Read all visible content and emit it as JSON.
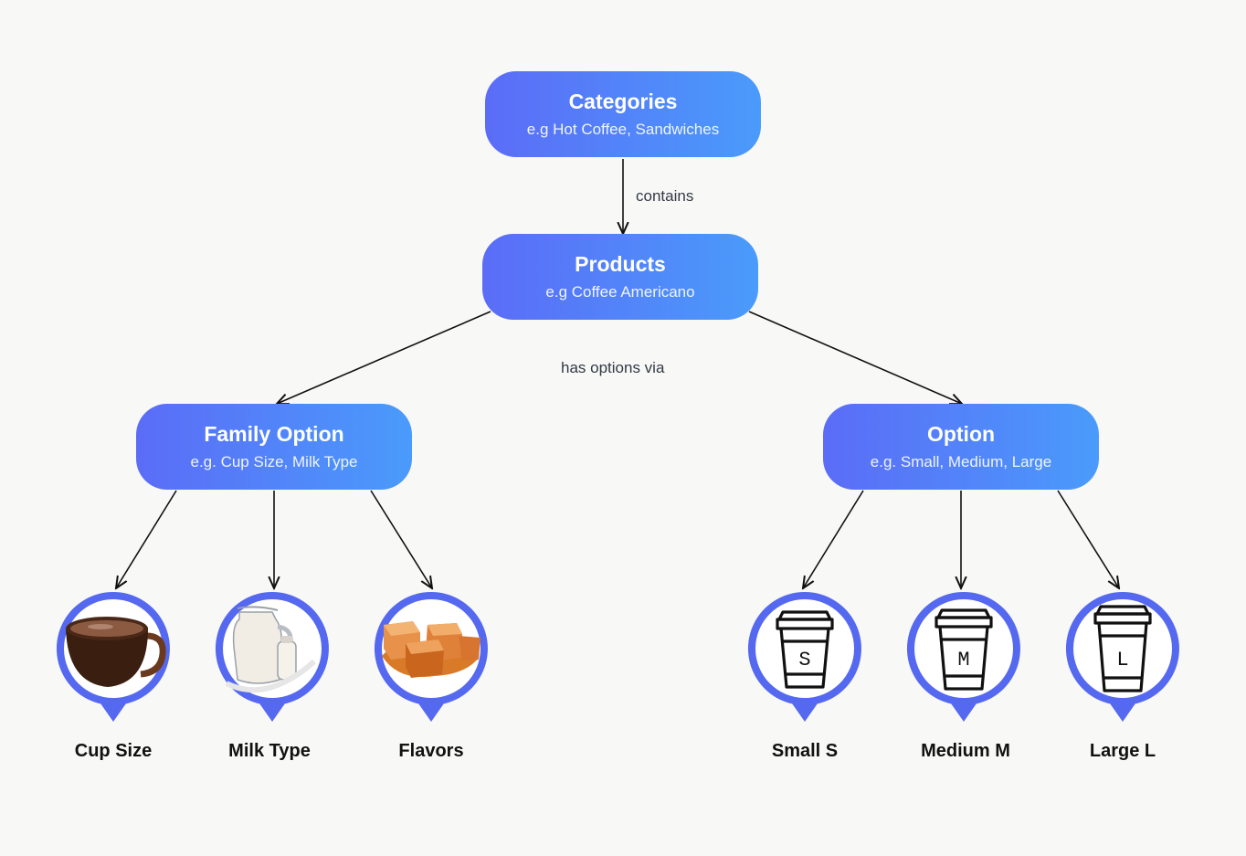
{
  "nodes": {
    "categories": {
      "title": "Categories",
      "subtitle": "e.g Hot Coffee, Sandwiches"
    },
    "products": {
      "title": "Products",
      "subtitle": "e.g Coffee Americano"
    },
    "family_option": {
      "title": "Family Option",
      "subtitle": "e.g. Cup Size, Milk Type"
    },
    "option": {
      "title": "Option",
      "subtitle": "e.g. Small, Medium, Large"
    }
  },
  "edges": {
    "contains": "contains",
    "has_options_via": "has options via"
  },
  "family_items": [
    {
      "label": "Cup Size",
      "icon": "coffee-cup-icon"
    },
    {
      "label": "Milk Type",
      "icon": "milk-jug-icon"
    },
    {
      "label": "Flavors",
      "icon": "caramel-icon"
    }
  ],
  "option_items": [
    {
      "label": "Small S",
      "icon": "cup-small-icon",
      "letter": "S"
    },
    {
      "label": "Medium M",
      "icon": "cup-medium-icon",
      "letter": "M"
    },
    {
      "label": "Large L",
      "icon": "cup-large-icon",
      "letter": "L"
    }
  ],
  "colors": {
    "gradient_start": "#5b6cf7",
    "gradient_end": "#4a9bfb",
    "pin_ring": "#5568f0",
    "background": "#f8f8f7",
    "line": "#111111"
  }
}
